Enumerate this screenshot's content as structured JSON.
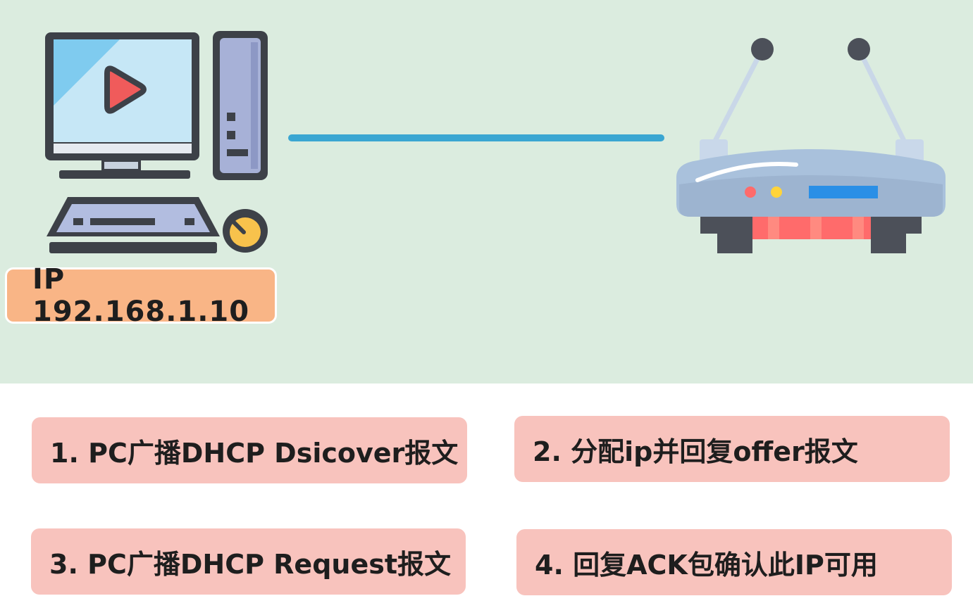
{
  "pc": {
    "ip_label": "IP 192.168.1.10"
  },
  "steps": [
    {
      "text": "1. PC广播DHCP Dsicover报文"
    },
    {
      "text": "2. 分配ip并回复offer报文"
    },
    {
      "text": "3. PC广播DHCP Request报文"
    },
    {
      "text": "4. 回复ACK包确认此IP可用"
    }
  ],
  "colors": {
    "top_background": "#dbecdf",
    "connection_line": "#3aa6d2",
    "ip_label_background": "#f9b586",
    "step_background": "#f8c3bd",
    "router_body": "#a9c1dc",
    "router_vent": "#ff6b6b"
  },
  "icons": [
    "computer-icon",
    "play-icon",
    "computer-tower-icon",
    "keyboard-icon",
    "mouse-icon",
    "router-icon"
  ]
}
